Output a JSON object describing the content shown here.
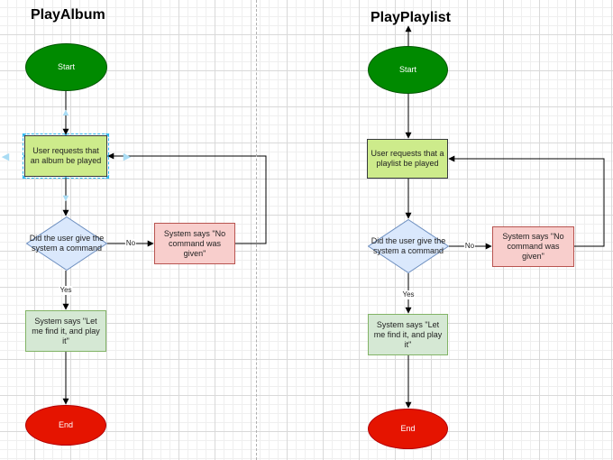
{
  "colors": {
    "start_fill": "#008a00",
    "end_fill": "#e51400",
    "request_fill": "#cdeb8b",
    "decision_fill": "#dae8fc",
    "decision_stroke": "#6c8ebf",
    "error_fill": "#f8cecc",
    "response_fill": "#d5e8d4",
    "connector": "#000000",
    "selection_handles": "#29b6f2"
  },
  "flows": [
    {
      "title": "PlayAlbum",
      "start": "Start",
      "request": "User requests that an album be played",
      "decision": "Did the user give the system a command",
      "no_label": "No",
      "error": "System says \"No command was given\"",
      "yes_label": "Yes",
      "response": "System says \"Let me find it, and play it\"",
      "end": "End"
    },
    {
      "title": "PlayPlaylist",
      "start": "Start",
      "request": "User requests that a playlist be played",
      "decision": "Did the user give the system a command",
      "no_label": "No",
      "error": "System says \"No command was given\"",
      "yes_label": "Yes",
      "response": "System says \"Let me find it, and play it\"",
      "end": "End"
    }
  ]
}
